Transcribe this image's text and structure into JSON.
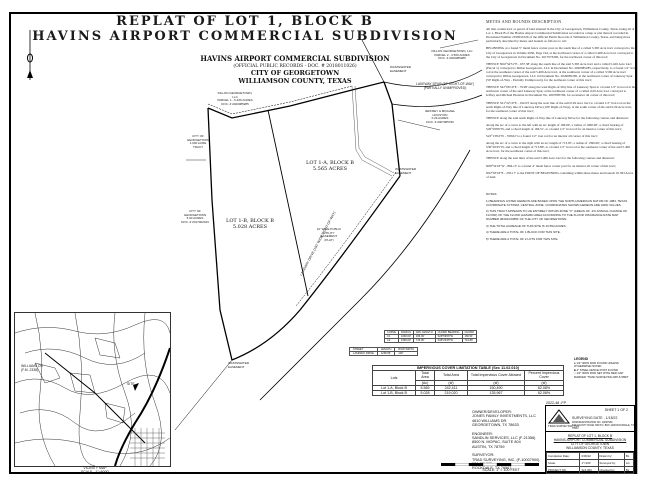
{
  "document": {
    "title_line1": "REPLAT OF LOT 1, BLOCK B",
    "title_line2": "HAVINS AIRPORT COMMERCIAL SUBDIVISION"
  },
  "plat_header": {
    "name": "HAVINS AIRPORT COMMERCIAL SUBDIVISION",
    "record": "(OFFICIAL PUBLIC RECORDS - DOC. # 2018011026)",
    "city": "CITY OF GEORGETOWN",
    "county": "WILLIAMSON COUNTY, TEXAS"
  },
  "plat_labels": {
    "adjacent_nw": [
      "DILLON GEORGETOWN, LLC",
      "PARCEL 1 - 5.406 ACRES",
      "DOC. # 2020085285"
    ],
    "adjacent_ne": [
      "DILLON GEORGETOWN, LLC",
      "PARCEL 2 - 3.560 ACRES",
      "DOC. # 2020085285"
    ],
    "easement_top": [
      "WASTEWATER",
      "EASEMENT"
    ],
    "road_lakeway_spur": [
      "LAKEWAY SPUR (50' RIGHT-OF-WAY)",
      "(PARTIALLY UNIMPROVED)"
    ],
    "adjacent_east": [
      "JEFFREY & MICHAEL HOUSTON",
      "0.29 ACRES",
      "DOC. # 2007085796"
    ],
    "adjacent_west": [
      "CITY OF GEORGETOWN",
      "1.000 ACRE TRACT"
    ],
    "adjacent_west2": [
      "CITY OF GEORGETOWN",
      "5.00 ACRES",
      "DOC. # 2017062043"
    ],
    "wastewater_mid": [
      "WASTEWATER",
      "EASEMENT"
    ],
    "pue": [
      "10' WIDE PUBLIC",
      "UTILITY EASEMENT",
      "(PLAT)"
    ],
    "lakeway_drive": "LAKEWAY DRIVE (100' WIDE RIGHT-OF-WAY)",
    "wastewater_bottom": [
      "WASTEWATER",
      "EASEMENT"
    ]
  },
  "lots": [
    {
      "name": "LOT 1-A, BLOCK B",
      "area": "5.565 ACRES"
    },
    {
      "name": "LOT 1-B, BLOCK B",
      "area": "5.028 ACRES"
    }
  ],
  "metes_and_bounds": {
    "heading": "METES AND BOUNDS DESCRIPTION",
    "paragraphs": [
      "All that certain tract or parcel of land situated in the City of Georgetown, Williamson County, Texas, being all of Lot 1, Block B of the Havins Airport Commercial Subdivision recorded as a map or plat thereof recorded in Document Number 2018011026 of the Official Public Records of Williamson County, Texas, and being more particularly described by metes and bounds as follows to wit:",
      "BEGINNING at a found 5\" metal fence corner post on the south line of a called 5.365 Acre tract conveyed to the City of Georgetown in Volume 2036, Page 194, at the northwest corner of a called 5.406 Acre tract conveyed to the City of Georgetown in Document No. 2017073296, for the northwest corner of this tract;",
      "THENCE N64°34'51\"E - 637.38' along the south line of the said 5.365 Acre tract and a called 5.426 Acre tract (Parcel 1) conveyed to Dillon Georgetown, LLC in Document No. 2020085285, respectively, to a found 1/2\" iron rod at the southeast corner of the said 5.406 Acre tract, at the southwest corner of a called 3.560 Acre tract conveyed to Dillon Georgetown, LLC in Document No. 2020085285, at the northwest corner of Lakeway Spur (50' Right-of-Way - Partially Unimproved), for the northeast corner of this tract;",
      "THENCE S22°06'10\"E - 79.99' along the west Right-of-Way line of Lakeway Spur to a found 1/2\" iron rod at the northwest corner of the said Lakeway Spur, at the northwest corner of a called 0.29 Acre tract conveyed to Jeffrey and Michael Houston in Document No. 2007085796, for an interior all corner of this tract;",
      "THENCE S21°22'10\"E - 192.03' along the west line of the said 0.29 Acre tract to a found 1/2\" iron rod on the north Right-of-Way line of Lakeway Drive (100' Right-of-Way), at the south corner of the said 0.29 Acre tract, for the southeast corner of this tract;",
      "THENCE along the said north Right-of-Way line of Lakeway Drive for the following courses and distances:",
      "Along the arc of a curve to the left with an arc length of 166.09', a radius of 1060.00', a chord bearing of S29°59'06\"W, and a chord length of 166.51', to a found 1/2\" iron rod for an interior corner of this tract;",
      "S22°13'04\"W - 358.62' to a found 1/2\" iron rod for an interior all corner of this tract;",
      "Along the arc of a curve to the right with an arc length of 713.95', a radius of 1590.00', a chord bearing of S36°29'45\"W, and a chord length of 713.89', to a found 1/2\" iron rod at the southeast corner of the said 5.406 Acre tract, for the southwest corner of this tract;",
      "THENCE along the east lines of the said 5.406 Acre tract for the following courses and distances:",
      "N08°54'18\"W - 864.13' to a found 4\" metal fence corner post for an interior all corner of this tract;",
      "N02°03'18\"E - 293.17' to the POINT OF BEGINNING containing within these metes and bounds 10.593 Acres of land."
    ]
  },
  "notes": {
    "heading": "NOTES:",
    "items": [
      "1) BEARINGS LISTED HEREON ARE BASED UPON THE NORTH AMERICAN DATUM OF 1983, TEXAS COORDINATE SYSTEM, CENTRAL ZONE. COORDINATES SHOWN HEREON ARE GRID VALUES.",
      "2) THIS TRACT APPEARS TO LIE ENTIRELY WITHIN ZONE \"X\" (AREAS OF .2% ANNUAL CHANCE OF FLOOD) OF THE FLOOD HAZARD AREA ACCORDING TO THE FLOOD INSURANCE RATE MAP NUMBER 48491C0385F OF THE CITY OF GEORGETOWN.",
      "3) THE TOTAL ACREAGE OF THIS SITE IS 10.593 ACRES.",
      "4) THERE ARE A TOTAL OF 1 BLOCK FOR THIS SITE.",
      "5) THERE ARE A TOTAL OF 2 LOTS FOR THIS SITE."
    ]
  },
  "street_table": {
    "headers": [
      "STREET",
      "LENGTH",
      "ROW WIDTH"
    ],
    "rows": [
      [
        "LAKEWAY DRIVE",
        "1238.66'",
        "100'"
      ]
    ]
  },
  "curve_table": {
    "headers": [
      "CURVE",
      "RADIUS",
      "ARC LENGTH",
      "CHORD BEARING",
      "CHORD"
    ],
    "rows": [
      [
        "C1",
        "1060.00'",
        "166.09'",
        "S29°59'06\"W",
        "166.51'"
      ],
      [
        "C2",
        "1590.00'",
        "713.95'",
        "S36°29'45\"W",
        "713.89'"
      ]
    ]
  },
  "impervious_table": {
    "title": "IMPERVIOUS COVER LIMITATION TABLE (Sec 11.02.010)",
    "headers": [
      "Lots",
      "Total Area",
      "Total Area",
      "Total Impervious Cover Allowed",
      "Percent Impervious Cover"
    ],
    "units": [
      "",
      "(Ac)",
      "(sf)",
      "(sf)",
      "(sf)"
    ],
    "rows": [
      [
        "Lot 1-A, Block B",
        "5.565",
        "242,411",
        "150,490",
        "62.08%"
      ],
      [
        "Lot 1-B, Block B",
        "5.028",
        "219,020",
        "135,967",
        "62.08%"
      ]
    ]
  },
  "contacts": {
    "owner": [
      "OWNER/DEVELOPER:",
      "JONES FAMILY INVESTMENTS, LLC",
      "4610 WILLIAMS DR.",
      "GEORGETOWN, TX 78633"
    ],
    "engineer": [
      "ENGINEER:",
      "SANDLIN SERVICES, LLC (F-21356)",
      "8500 N. MOPAC, SUITE 804",
      "AUSTIN, TX 78759"
    ],
    "surveyor": [
      "SURVEYOR:",
      "TRAD SURVEYING, INC. (F-10007900)",
      "526 CR 305",
      "ROCKDALE, TX 76567"
    ]
  },
  "scale": {
    "caption": "SCALE: 1\" = 100 FEET",
    "ticks": [
      "100",
      "0",
      "50",
      "100",
      "150",
      "200",
      "250",
      "300"
    ]
  },
  "legend": {
    "heading": "LEGEND",
    "items": [
      "1/2\" IRON ROD FOUND UNLESS OTHERWISE NOTED",
      "4\" STEEL FENCE POST FOUND",
      "1/2\" IRON ROD SET WITH RED CAP MARKED \"TRAD SURVEYING RPLS 5893\""
    ]
  },
  "date_stamp": "2022-48 -FP",
  "title_block": {
    "sheet": "SHEET 1 OF 2",
    "firm": "TRAD SURVEYING, INC.",
    "survey_date": "SURVEYING DATE - 1/18/22",
    "registration": "FIRM REGISTRATION NO. 10007900",
    "address": "526 COUNTY ROAD 305 P.O. BOX 1406 ROCKDALE, TX 76567",
    "project_lines": [
      "REPLAT OF LOT 1, BLOCK B",
      "HAVINS AIRPORT COMMERCIAL SUBDIVISION",
      "CITY OF GEORGETOWN",
      "WILLIAMSON COUNTY, TEXAS"
    ],
    "grid": [
      [
        "Completion Date:",
        "6/30/22",
        "Drawn by:",
        "BL"
      ],
      [
        "Scale:",
        "1\"=100'",
        "Surveyed by:",
        "LG"
      ],
      [
        "PROJECT NO.",
        "321-000",
        "Checked by:",
        "BL"
      ]
    ]
  },
  "vicinity_map": {
    "label_williams": [
      "WILLIAMS DR",
      "(F.M. 2338)"
    ],
    "label_site": "SITE",
    "caption_line1": "VICINITY MAP",
    "caption_line2": "SCALE - 1\"=5000'"
  }
}
